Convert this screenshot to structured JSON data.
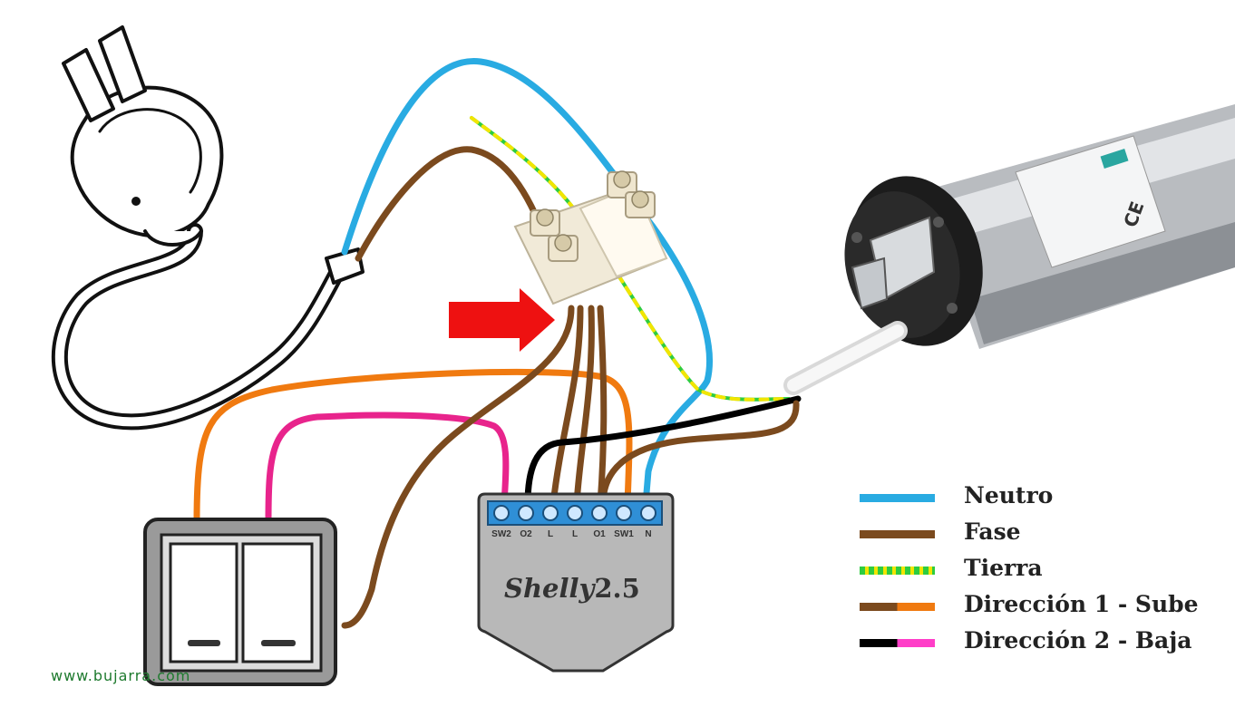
{
  "shelly": {
    "brand": "Shelly",
    "version": "2.5",
    "terminals": [
      "SW2",
      "O2",
      "L",
      "L",
      "O1",
      "SW1",
      "N"
    ]
  },
  "legend": [
    {
      "label": "Neutro",
      "color_a": "#29abe2",
      "color_b": "#29abe2",
      "style": "solid"
    },
    {
      "label": "Fase",
      "color_a": "#7b4a1e",
      "color_b": "#7b4a1e",
      "style": "solid"
    },
    {
      "label": "Tierra",
      "color_a": "#2ecc40",
      "color_b": "#f2e500",
      "style": "dashed"
    },
    {
      "label": "Dirección 1 - Sube",
      "color_a": "#7b4a1e",
      "color_b": "#f07a10",
      "style": "split"
    },
    {
      "label": "Dirección 2 - Baja",
      "color_a": "#000000",
      "color_b": "#ff3ec8",
      "style": "split"
    }
  ],
  "watermark": "www.bujarra.com",
  "motor": {
    "ce_mark": "CE"
  },
  "colors": {
    "neutral": "#29abe2",
    "phase": "#7b4a1e",
    "up": "#f07a10",
    "down": "#e8248c",
    "arrow": "#ee1111",
    "shelly_body": "#b8b8b8",
    "terminal_block": "#2f8fd6"
  }
}
